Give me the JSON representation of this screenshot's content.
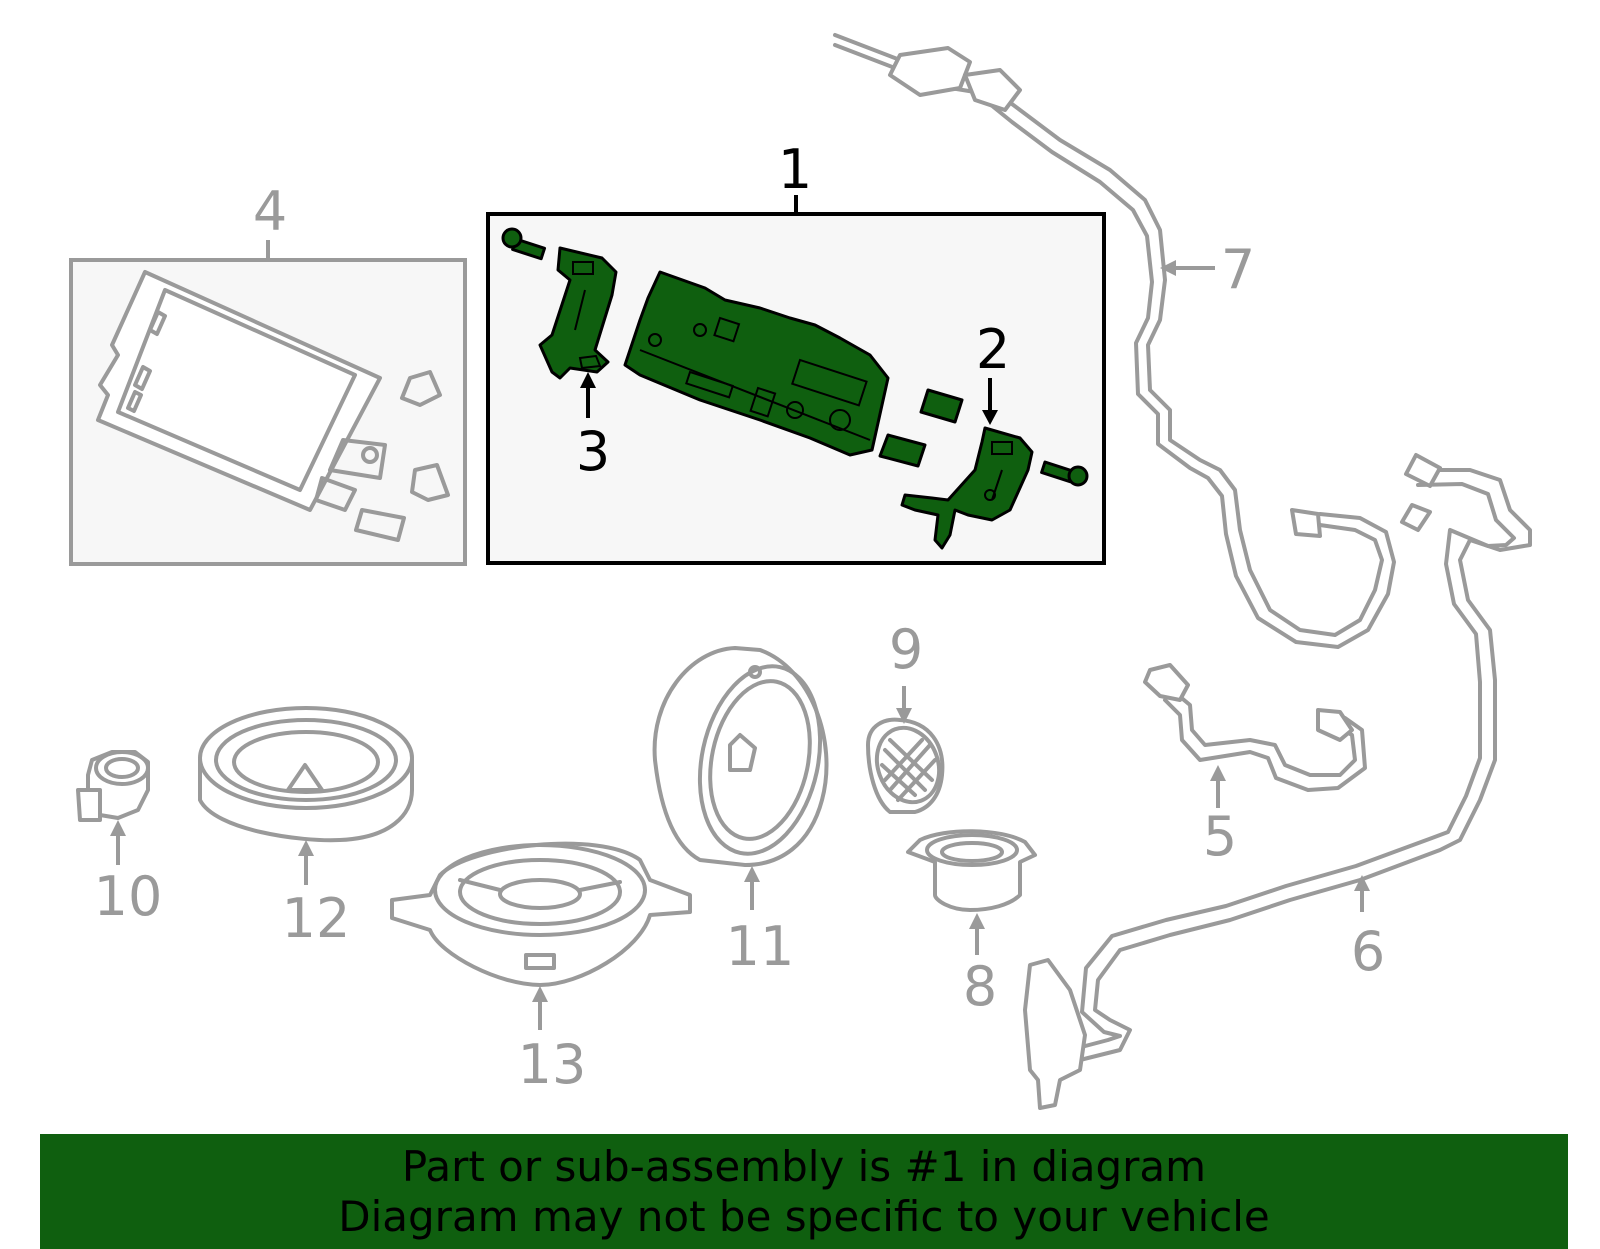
{
  "callouts": {
    "c1": "1",
    "c2": "2",
    "c3": "3",
    "c4": "4",
    "c5": "5",
    "c6": "6",
    "c7": "7",
    "c8": "8",
    "c9": "9",
    "c10": "10",
    "c11": "11",
    "c12": "12",
    "c13": "13"
  },
  "banner": {
    "line1": "Part or sub-assembly is #1 in diagram",
    "line2": "Diagram may not be specific to your vehicle"
  },
  "colors": {
    "highlight": "#0f5f0f",
    "inactive": "#9a9a9a",
    "box_fill": "#f7f7f7"
  }
}
